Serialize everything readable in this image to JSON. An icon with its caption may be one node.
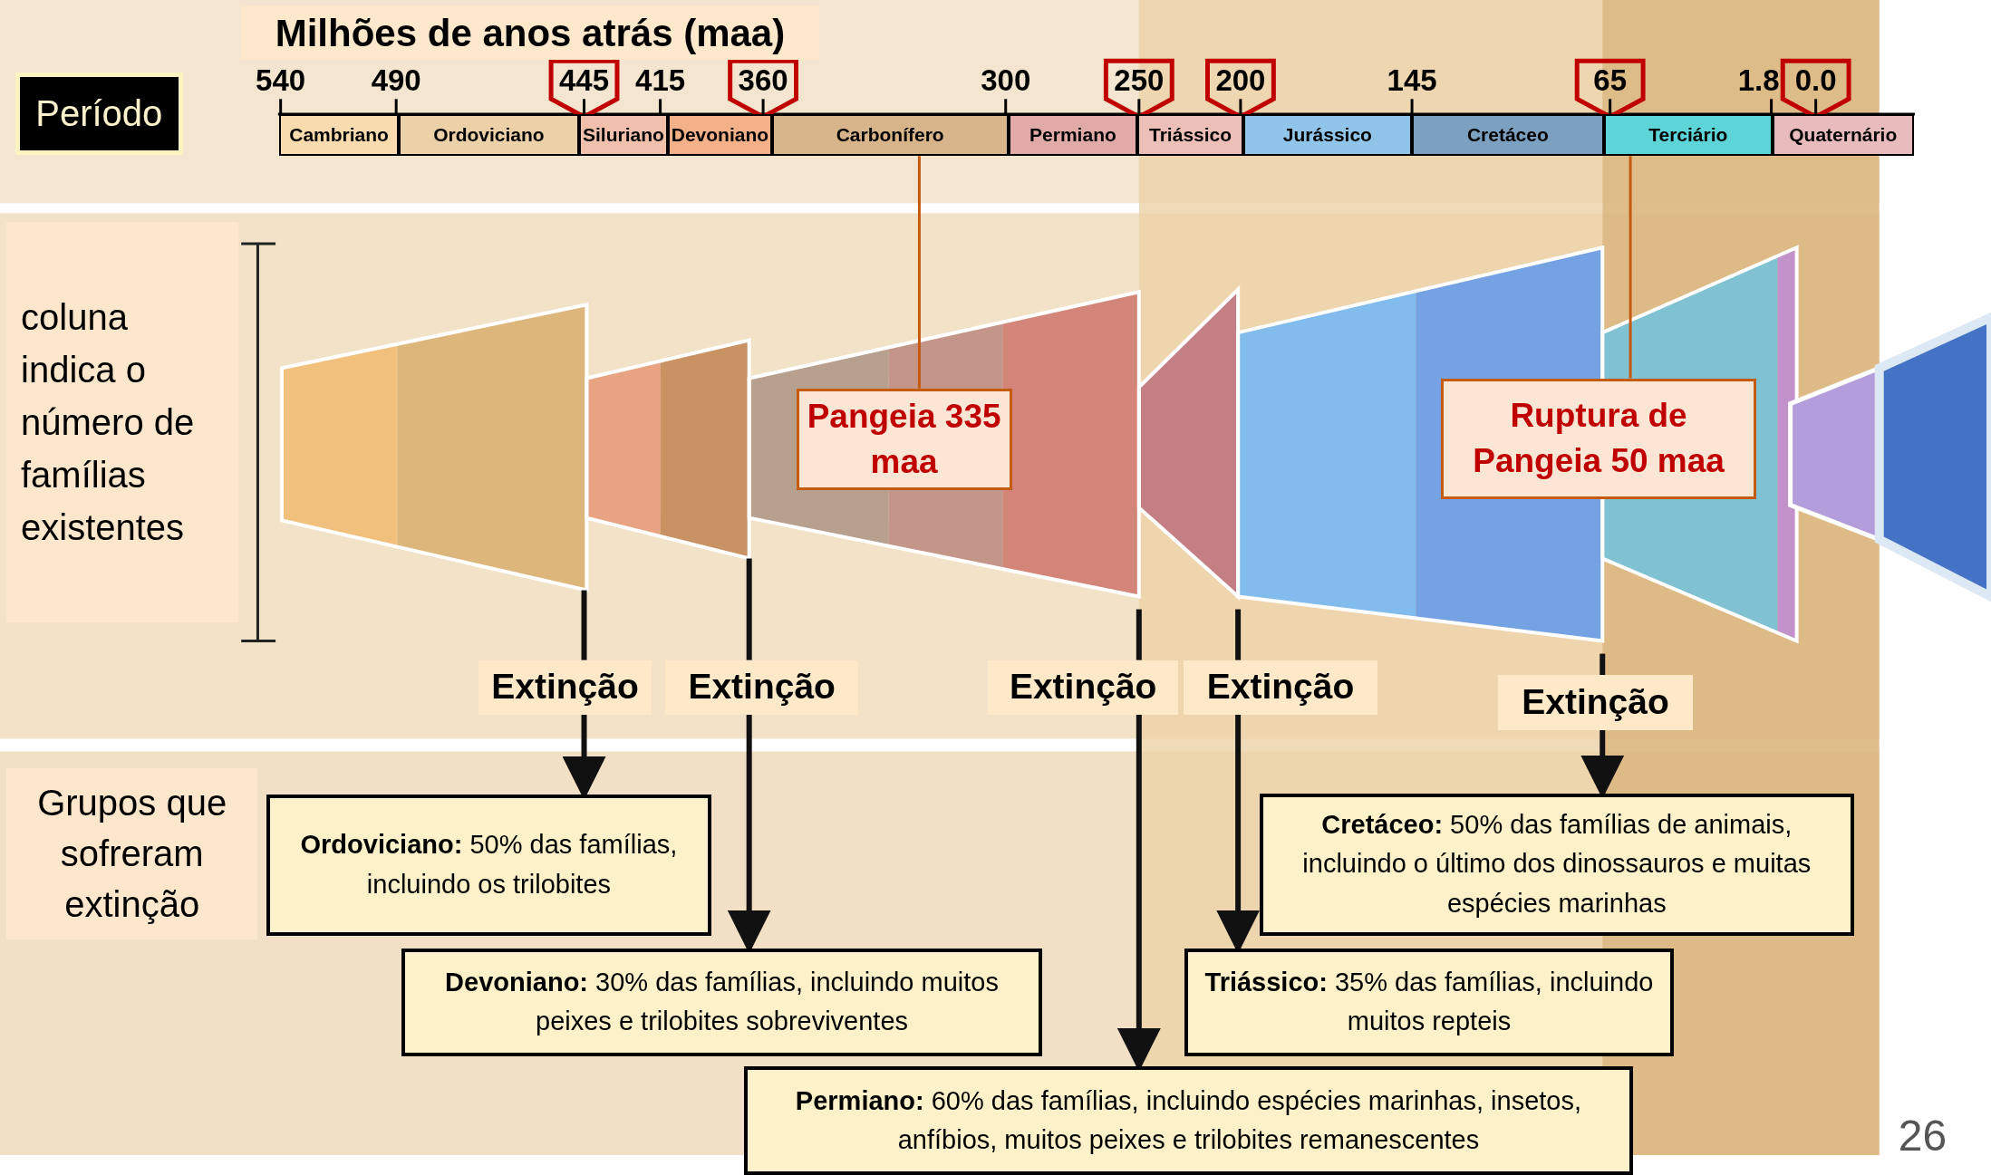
{
  "diagram": {
    "title": "Milhões de anos atrás (maa)",
    "nodes": [
      {
        "text": [
          "Período"
        ]
      },
      {
        "text": [
          "Cambriano"
        ]
      },
      {
        "text": [
          "Ordoviciano"
        ]
      },
      {
        "text": [
          "Siluriano"
        ]
      },
      {
        "text": [
          "Devoniano"
        ]
      },
      {
        "text": [
          "Carbonífero"
        ]
      },
      {
        "text": [
          "Permiano"
        ]
      },
      {
        "text": [
          "Triássico"
        ]
      },
      {
        "text": [
          "Jurássico"
        ]
      },
      {
        "text": [
          "Cretáceo"
        ]
      },
      {
        "text": [
          "Terciário"
        ]
      },
      {
        "text": [
          "Quaternário"
        ]
      },
      {
        "text": [
          "coluna indica o número de famílias existentes"
        ]
      },
      {
        "text": [
          "Grupos que sofreram extinção"
        ]
      },
      {
        "text": [
          "Pangeia 335 maa"
        ]
      },
      {
        "text": [
          "Ruptura de Pangeia 50 maa"
        ]
      },
      {
        "text": [
          "Extinção"
        ]
      },
      {
        "text": [
          "Extinção"
        ]
      },
      {
        "text": [
          "Extinção"
        ]
      },
      {
        "text": [
          "Extinção"
        ]
      },
      {
        "text": [
          "Extinção"
        ]
      },
      {
        "text": [
          "**Ordoviciano:** 50% das famílias, incluindo os trilobites"
        ]
      },
      {
        "text": [
          "**Devoniano:** 30% das famílias, incluindo muitos peixes e trilobites sobreviventes"
        ]
      },
      {
        "text": [
          "**Permiano:** 60% das famílias, incluindo espécies marinhas, insetos, anfíbios, muitos peixes e trilobites remanescentes"
        ]
      },
      {
        "text": [
          "**Triássico:** 35% das famílias, incluindo muitos repteis"
        ]
      },
      {
        "text": [
          "**Cretáceo:** 50% das famílias de animais, incluindo o último dos dinossauros e muitas espécies marinhas"
        ]
      }
    ],
    "edges": [
      {
        "from": 14,
        "to": 5,
        "arrow": "none",
        "color": "#c55a11"
      },
      {
        "from": 15,
        "to": 10,
        "arrow": "none",
        "color": "#c55a11"
      },
      {
        "from": 16,
        "to": 21,
        "arrow": "to"
      },
      {
        "from": 17,
        "to": 22,
        "arrow": "to"
      },
      {
        "from": 18,
        "to": 23,
        "arrow": "to"
      },
      {
        "from": 19,
        "to": 24,
        "arrow": "to"
      },
      {
        "from": 20,
        "to": 25,
        "arrow": "to"
      }
    ],
    "labels": [
      "540",
      "490",
      "445",
      "415",
      "360",
      "300",
      "250",
      "200",
      "145",
      "65",
      "1.8",
      "0.0",
      "26"
    ]
  }
}
